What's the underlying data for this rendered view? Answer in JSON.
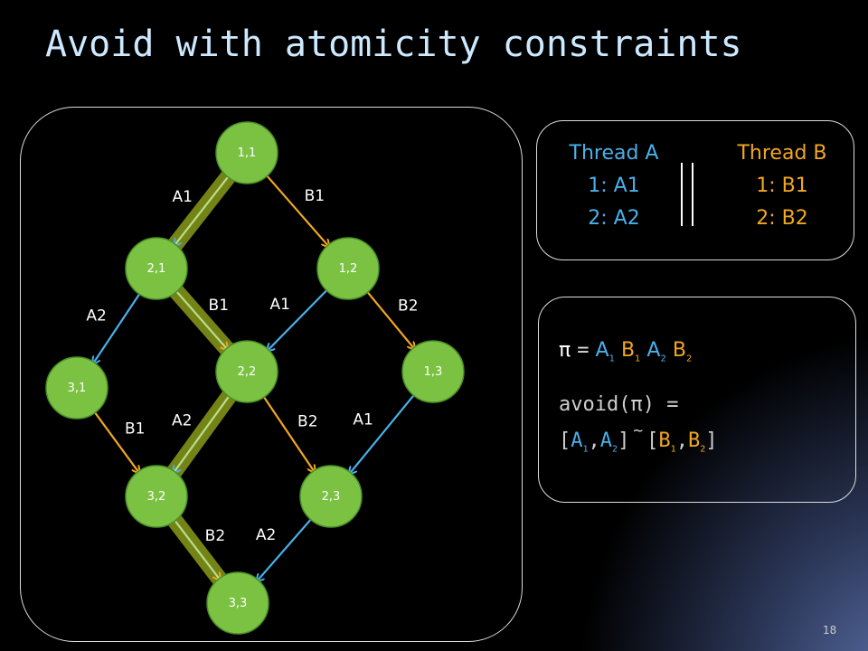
{
  "title": "Avoid with atomicity constraints",
  "page_number": "18",
  "colors": {
    "thread_a": "#4ab0ea",
    "thread_b": "#f2a71f",
    "node_fill": "#7cc242",
    "highlight": "#8a9a1a"
  },
  "graph": {
    "nodes": [
      {
        "id": "n11",
        "label": "1,1"
      },
      {
        "id": "n21",
        "label": "2,1"
      },
      {
        "id": "n12",
        "label": "1,2"
      },
      {
        "id": "n31",
        "label": "3,1"
      },
      {
        "id": "n22",
        "label": "2,2"
      },
      {
        "id": "n13",
        "label": "1,3"
      },
      {
        "id": "n32",
        "label": "3,2"
      },
      {
        "id": "n23",
        "label": "2,3"
      },
      {
        "id": "n33",
        "label": "3,3"
      }
    ],
    "edges": [
      {
        "from": "n11",
        "to": "n21",
        "label": "A1",
        "thread": "A",
        "on_path": true
      },
      {
        "from": "n11",
        "to": "n12",
        "label": "B1",
        "thread": "B",
        "on_path": false
      },
      {
        "from": "n21",
        "to": "n31",
        "label": "A2",
        "thread": "A",
        "on_path": false
      },
      {
        "from": "n21",
        "to": "n22",
        "label": "B1",
        "thread": "B",
        "on_path": true
      },
      {
        "from": "n12",
        "to": "n22",
        "label": "A1",
        "thread": "A",
        "on_path": false
      },
      {
        "from": "n12",
        "to": "n13",
        "label": "B2",
        "thread": "B",
        "on_path": false
      },
      {
        "from": "n31",
        "to": "n32",
        "label": "B1",
        "thread": "B",
        "on_path": false
      },
      {
        "from": "n22",
        "to": "n32",
        "label": "A2",
        "thread": "A",
        "on_path": true
      },
      {
        "from": "n22",
        "to": "n23",
        "label": "B2",
        "thread": "B",
        "on_path": false
      },
      {
        "from": "n13",
        "to": "n23",
        "label": "A1",
        "thread": "A",
        "on_path": false
      },
      {
        "from": "n32",
        "to": "n33",
        "label": "B2",
        "thread": "B",
        "on_path": true
      },
      {
        "from": "n23",
        "to": "n33",
        "label": "A2",
        "thread": "A",
        "on_path": false
      }
    ]
  },
  "threads": {
    "a": {
      "header": "Thread A",
      "lines": [
        "1: A1",
        "2: A2"
      ]
    },
    "b": {
      "header": "Thread B",
      "lines": [
        "1: B1",
        "2: B2"
      ]
    }
  },
  "formula": {
    "pi_symbol": "π",
    "equals": "=",
    "pi_terms": [
      {
        "letter": "A",
        "sub": "1",
        "thread": "A"
      },
      {
        "letter": "B",
        "sub": "1",
        "thread": "B"
      },
      {
        "letter": "A",
        "sub": "2",
        "thread": "A"
      },
      {
        "letter": "B",
        "sub": "2",
        "thread": "B"
      }
    ],
    "avoid_prefix": "avoid(",
    "avoid_suffix": ") =",
    "set_a": {
      "open": "[",
      "items": [
        {
          "letter": "A",
          "sub": "1"
        },
        {
          "letter": "A",
          "sub": "2"
        }
      ],
      "close": "]"
    },
    "tilde": "~",
    "set_b": {
      "open": "[",
      "items": [
        {
          "letter": "B",
          "sub": "1"
        },
        {
          "letter": "B",
          "sub": "2"
        }
      ],
      "close": "]"
    }
  }
}
